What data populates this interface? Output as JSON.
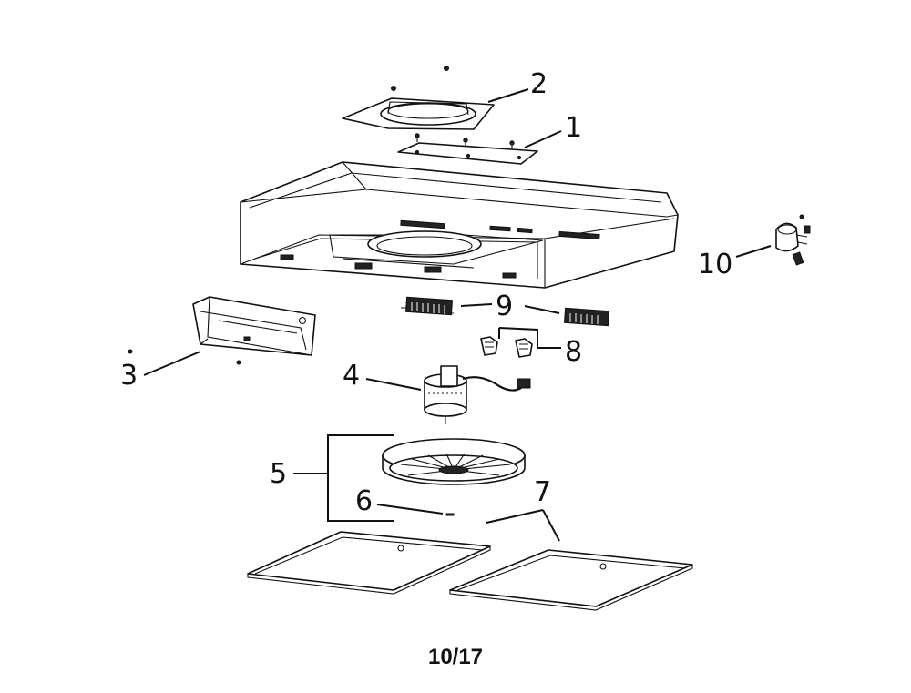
{
  "callouts": {
    "c1": "1",
    "c2": "2",
    "c3": "3",
    "c4": "4",
    "c5": "5",
    "c6": "6",
    "c7": "7",
    "c8": "8",
    "c9": "9",
    "c10": "10"
  },
  "footer": {
    "page_number": "10/17"
  }
}
